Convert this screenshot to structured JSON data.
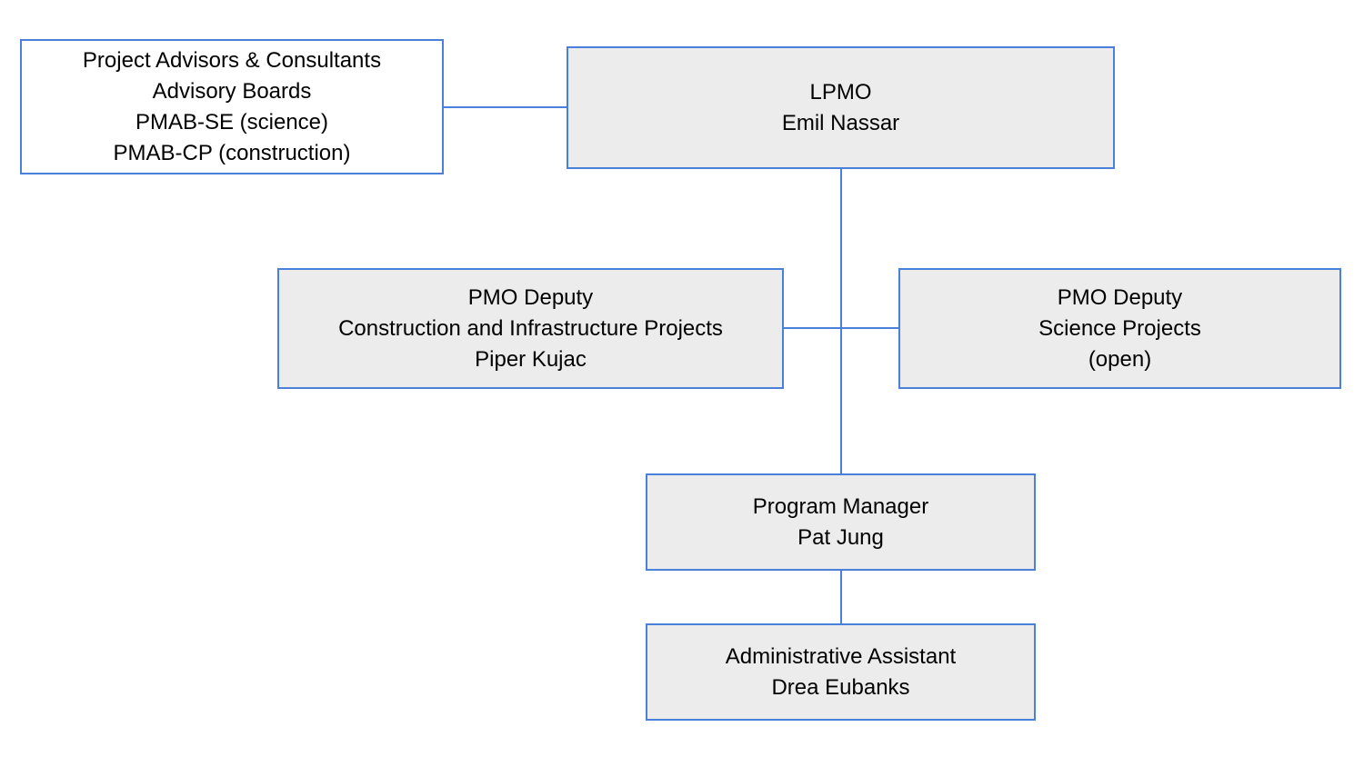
{
  "colors": {
    "line": "#4a80d9",
    "node_fill": "#ececec",
    "advisors_fill": "#ffffff",
    "text": "#000000"
  },
  "org": {
    "advisors": {
      "lines": [
        "Project Advisors & Consultants",
        "Advisory Boards",
        "PMAB-SE (science)",
        "PMAB-CP (construction)"
      ]
    },
    "lpmo": {
      "lines": [
        "LPMO",
        "Emil Nassar"
      ]
    },
    "deputy_construction": {
      "lines": [
        "PMO Deputy",
        "Construction and Infrastructure Projects",
        "Piper Kujac"
      ]
    },
    "deputy_science": {
      "lines": [
        "PMO Deputy",
        "Science Projects",
        "(open)"
      ]
    },
    "program_manager": {
      "lines": [
        "Program Manager",
        "Pat Jung"
      ]
    },
    "admin_assistant": {
      "lines": [
        "Administrative Assistant",
        "Drea Eubanks"
      ]
    }
  }
}
